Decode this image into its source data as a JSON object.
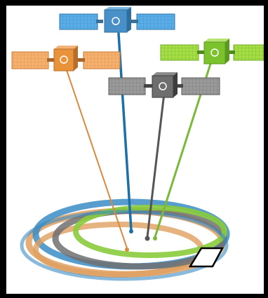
{
  "scene": {
    "frame_color": "#000000",
    "background_color": "#ffffff",
    "satellites": [
      {
        "name": "blue-satellite",
        "body_color": "#4a90c8",
        "panel_color": "#5aaee8",
        "tether_color": "#1d6fa8"
      },
      {
        "name": "orange-satellite",
        "body_color": "#e8923a",
        "panel_color": "#f5b070",
        "tether_color": "#d98a3e"
      },
      {
        "name": "gray-satellite",
        "body_color": "#6e6e6e",
        "panel_color": "#9a9a9a",
        "tether_color": "#555555"
      },
      {
        "name": "green-satellite",
        "body_color": "#7cc22c",
        "panel_color": "#a4dd44",
        "tether_color": "#7ab83a"
      }
    ],
    "ring_colors": [
      "#e0a060",
      "#3a8cc4",
      "#707070",
      "#8acb3c"
    ],
    "receiver_color": "#ffffff"
  }
}
